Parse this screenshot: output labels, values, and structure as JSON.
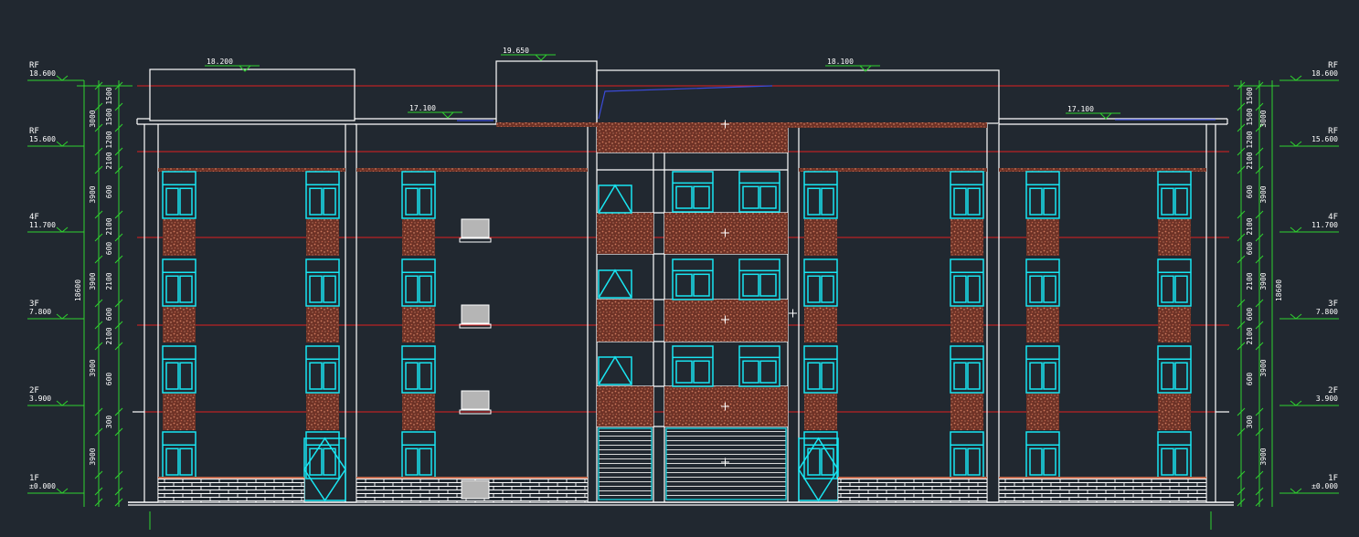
{
  "elevation_tags": {
    "left": [
      {
        "floor": "RF",
        "value": "18.600"
      },
      {
        "floor": "RF",
        "value": "15.600"
      },
      {
        "floor": "4F",
        "value": "11.700"
      },
      {
        "floor": "3F",
        "value": "7.800"
      },
      {
        "floor": "2F",
        "value": "3.900"
      },
      {
        "floor": "1F",
        "value": "±0.000"
      }
    ],
    "right": [
      {
        "floor": "RF",
        "value": "18.600"
      },
      {
        "floor": "RF",
        "value": "15.600"
      },
      {
        "floor": "4F",
        "value": "11.700"
      },
      {
        "floor": "3F",
        "value": "7.800"
      },
      {
        "floor": "2F",
        "value": "3.900"
      },
      {
        "floor": "1F",
        "value": "±0.000"
      }
    ]
  },
  "top_elevations": [
    "18.200",
    "17.100",
    "19.650",
    "18.100",
    "17.100"
  ],
  "dimensions": {
    "left_segments": [
      "1500",
      "1500",
      "1200",
      "2100",
      "600",
      "2100",
      "600",
      "2100",
      "600",
      "2100",
      "600",
      "300"
    ],
    "left_floors": [
      "3000",
      "3900",
      "3900",
      "3900",
      "3900"
    ],
    "left_total": "18600",
    "right_segments": [
      "1500",
      "1500",
      "1200",
      "2100",
      "600",
      "2100",
      "600",
      "2100",
      "600",
      "2100",
      "600",
      "300"
    ],
    "right_floors": [
      "3000",
      "3900",
      "3900",
      "3900",
      "3900"
    ],
    "right_total": "18600"
  },
  "colors": {
    "background": "#212830",
    "outline": "#ffffff",
    "window": "#19e6f2",
    "dimension": "#2fd22f",
    "axis": "#e02020",
    "brick": "#c26a4e",
    "stone": "#8a3a2c",
    "parapet_line": "#3b4bd8"
  }
}
